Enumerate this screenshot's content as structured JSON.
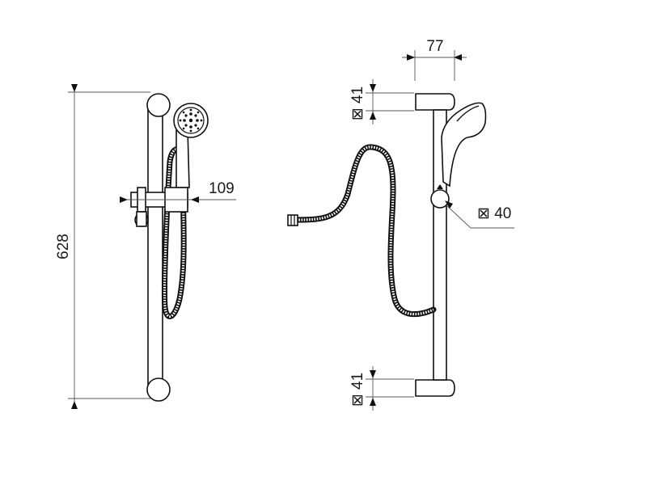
{
  "drawing": {
    "front_view": {
      "height_dimension": "628",
      "holder_dimension": "109"
    },
    "side_view": {
      "bar_offset_dimension": "77",
      "top_bracket_dimension": "⊠ 41",
      "bottom_bracket_dimension": "⊠ 41",
      "rail_dimension": "⊠ 40"
    }
  }
}
